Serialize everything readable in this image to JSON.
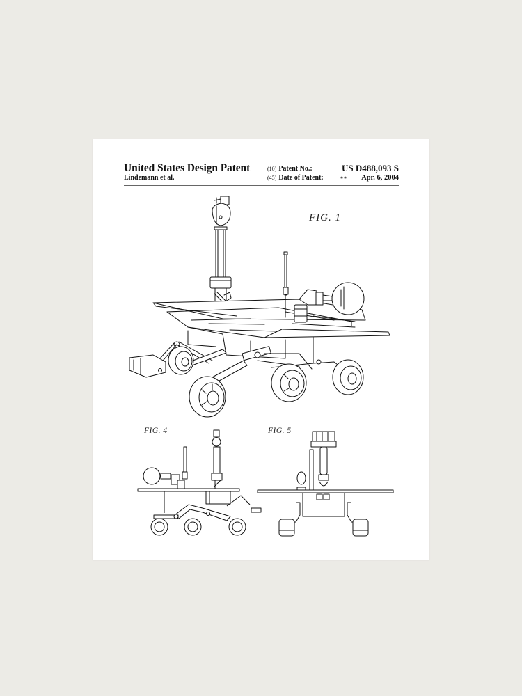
{
  "patent": {
    "title": "United States Design Patent",
    "inventor": "Lindemann et al.",
    "patent_no_code": "(10)",
    "patent_no_label": "Patent No.:",
    "patent_no_value": "US D488,093 S",
    "date_code": "(45)",
    "date_label": "Date of Patent:",
    "date_marker": "**",
    "date_value": "Apr. 6, 2004"
  },
  "figures": [
    {
      "id": "fig1",
      "label": "FIG. 1",
      "view": "perspective"
    },
    {
      "id": "fig4",
      "label": "FIG. 4",
      "view": "side"
    },
    {
      "id": "fig5",
      "label": "FIG. 5",
      "view": "front"
    }
  ],
  "colors": {
    "background": "#ecebe6",
    "paper": "#ffffff",
    "ink": "#111111"
  }
}
